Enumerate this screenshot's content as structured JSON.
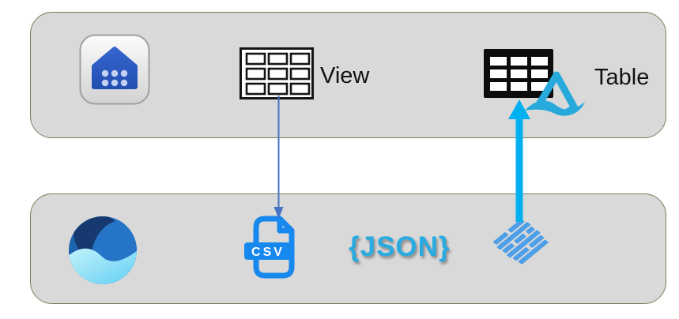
{
  "labels": {
    "view": "View",
    "table": "Table",
    "json": "{JSON}",
    "csv": "CSV"
  },
  "icons": [
    {
      "name": "app-home-icon",
      "band": "top"
    },
    {
      "name": "view-grid-icon",
      "band": "top"
    },
    {
      "name": "table-grid-icon",
      "band": "top"
    },
    {
      "name": "azure-data-explorer-icon",
      "band": "top"
    },
    {
      "name": "microsoft-purview-icon",
      "band": "bottom"
    },
    {
      "name": "csv-file-icon",
      "band": "bottom"
    },
    {
      "name": "azure-data-lake-icon",
      "band": "bottom"
    }
  ],
  "arrows": [
    {
      "name": "view-to-csv-arrow",
      "direction": "down",
      "style": "thin",
      "color": "#4472C4"
    },
    {
      "name": "datalake-to-table-arrow",
      "direction": "up",
      "style": "thick",
      "color": "#00B0F0"
    }
  ],
  "colors": {
    "band_fill": "#D9D9D9",
    "band_border": "#76815C",
    "accent_cyan": "#29ABE2",
    "thick_arrow_blue": "#00B0F0",
    "thin_arrow_blue": "#4472C4",
    "csv_blue": "#1788EE",
    "datalake_blue": "#4D9FE8",
    "house_blue": "#2B5CC7",
    "table_black": "#0C0C0C"
  }
}
